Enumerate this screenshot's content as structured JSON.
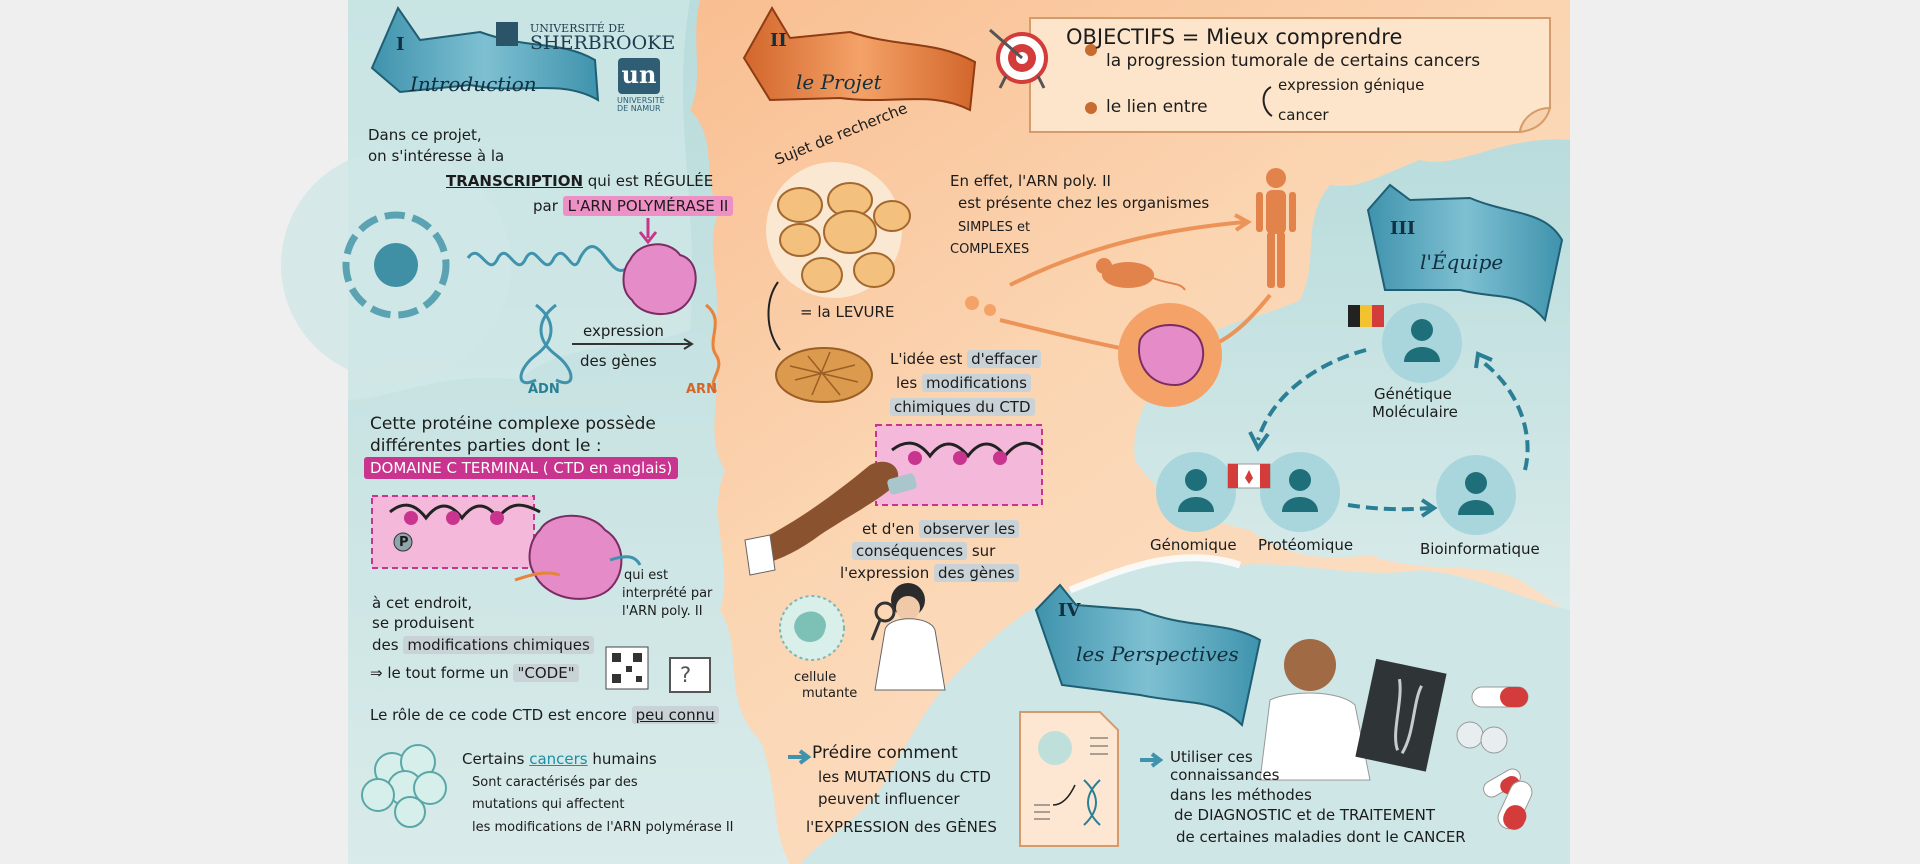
{
  "logos": {
    "sherbrooke_top": "UNIVERSITÉ DE",
    "sherbrooke_name": "SHERBROOKE",
    "namur_mark": "un",
    "namur_text": [
      "UNIVERSITÉ",
      "DE NAMUR"
    ]
  },
  "sections": {
    "intro": {
      "numeral": "I",
      "title": "Introduction"
    },
    "projet": {
      "numeral": "II",
      "title": "le Projet"
    },
    "equipe": {
      "numeral": "III",
      "title": "l'Équipe"
    },
    "perspectives": {
      "numeral": "IV",
      "title": "les Perspectives"
    }
  },
  "intro": {
    "line1": "Dans ce projet,",
    "line2": "on s'intéresse à la",
    "transcription": "TRANSCRIPTION",
    "regulee": "qui est RÉGULÉE",
    "par": "par",
    "arn_pol": "L'ARN POLYMÉRASE II",
    "adn": "ADN",
    "arn": "ARN",
    "expression": "expression",
    "des_genes": "des gènes",
    "prot1": "Cette protéine complexe possède",
    "prot2": "différentes parties dont le :",
    "domaine": "DOMAINE C TERMINAL ( CTD en anglais)",
    "p_marker": "P",
    "qui_est": [
      "qui est",
      "interprété par",
      "l'ARN poly. II"
    ],
    "endroit1": "à cet endroit,",
    "endroit2": "se produisent",
    "endroit3_pre": "des",
    "endroit3_hl": "modifications chimiques",
    "code_pre": "⇒ le tout forme un",
    "code_hl": "\"CODE\"",
    "question": "?",
    "role_pre": "Le rôle de ce code CTD est encore",
    "role_hl": "peu connu",
    "cancers_pre": "Certains",
    "cancers_hl": "cancers",
    "cancers_post": "humains",
    "cancers_l2": "Sont caractérisés par des",
    "cancers_l3": "mutations qui affectent",
    "cancers_l4": "les modifications de l'ARN polymérase II"
  },
  "projet": {
    "sujet": "Sujet de recherche",
    "levure": "= la LEVURE",
    "effet": [
      "En effet, l'ARN poly. II",
      "est présente chez les organismes",
      "SIMPLES et",
      "COMPLEXES"
    ],
    "idee1_pre": "L'idée est",
    "idee1_hl": "d'effacer",
    "idee2_pre": "les",
    "idee2_hl": "modifications",
    "idee3": "chimiques du CTD",
    "obs1_pre": "et d'en",
    "obs1_hl": "observer les",
    "obs2_hl": "conséquences",
    "obs2_post": "sur",
    "obs3_pre": "l'expression",
    "obs3_hl": "des gènes",
    "cellule": [
      "cellule",
      "mutante"
    ],
    "predire": [
      "Prédire comment",
      "les MUTATIONS du CTD",
      "peuvent influencer",
      "l'EXPRESSION des GÈNES"
    ]
  },
  "objectifs": {
    "title": "OBJECTIFS = Mieux comprendre",
    "b1": "la progression tumorale de certains cancers",
    "b2_pre": "le lien entre",
    "b2_a": "expression génique",
    "b2_b": "cancer"
  },
  "equipe": {
    "genetique": [
      "Génétique",
      "Moléculaire"
    ],
    "genomique": "Génomique",
    "proteomique": "Protéomique",
    "bioinformatique": "Bioinformatique"
  },
  "perspectives": {
    "lines": [
      "Utiliser ces",
      "connaissances",
      "dans les méthodes",
      "de DIAGNOSTIC et de TRAITEMENT",
      "de certaines maladies dont le CANCER"
    ]
  }
}
